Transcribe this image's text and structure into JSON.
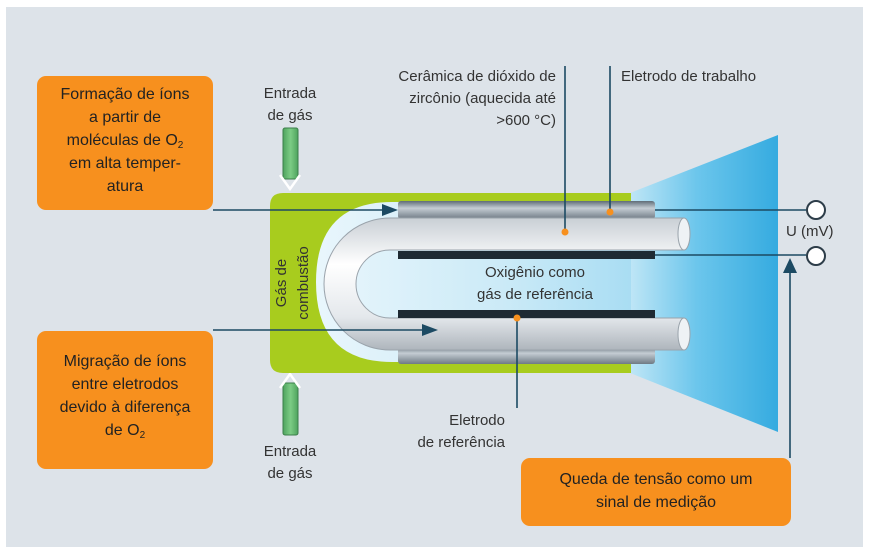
{
  "colors": {
    "panel": "#dde3e9",
    "callout": "#f7901e",
    "combustion_gas": "#a8cc1e",
    "gas_inlet": "#5fb56e",
    "reference_chamber": "#3fb0e2",
    "line": "#1c4a63"
  },
  "labels": {
    "gas_inlet_top": [
      "Entrada",
      "de gás"
    ],
    "gas_inlet_bottom": [
      "Entrada",
      "de gás"
    ],
    "ceramic": [
      "Cerâmica de dióxido de",
      "zircônio (aquecida até",
      ">600 °C)"
    ],
    "working_electrode": "Eletrodo de trabalho",
    "combustion_gas": [
      "Gás de",
      "combustão"
    ],
    "reference_gas": [
      "Oxigênio como",
      "gás de referência"
    ],
    "reference_electrode": [
      "Eletrodo",
      "de referência"
    ],
    "voltage": "U (mV)"
  },
  "callouts": {
    "ion_formation": {
      "line1": "Formação de íons",
      "line2": "a partir de",
      "line3_prefix": "moléculas de O",
      "line3_sub": "2",
      "line4": "em alta temper-",
      "line5": "atura"
    },
    "ion_migration": {
      "line1": "Migração de íons",
      "line2": "entre eletrodos",
      "line3": "devido à diferença",
      "line4_prefix": "de O",
      "line4_sub": "2"
    },
    "voltage_drop": {
      "line1": "Queda de tensão como um",
      "line2": "sinal de medição"
    }
  }
}
